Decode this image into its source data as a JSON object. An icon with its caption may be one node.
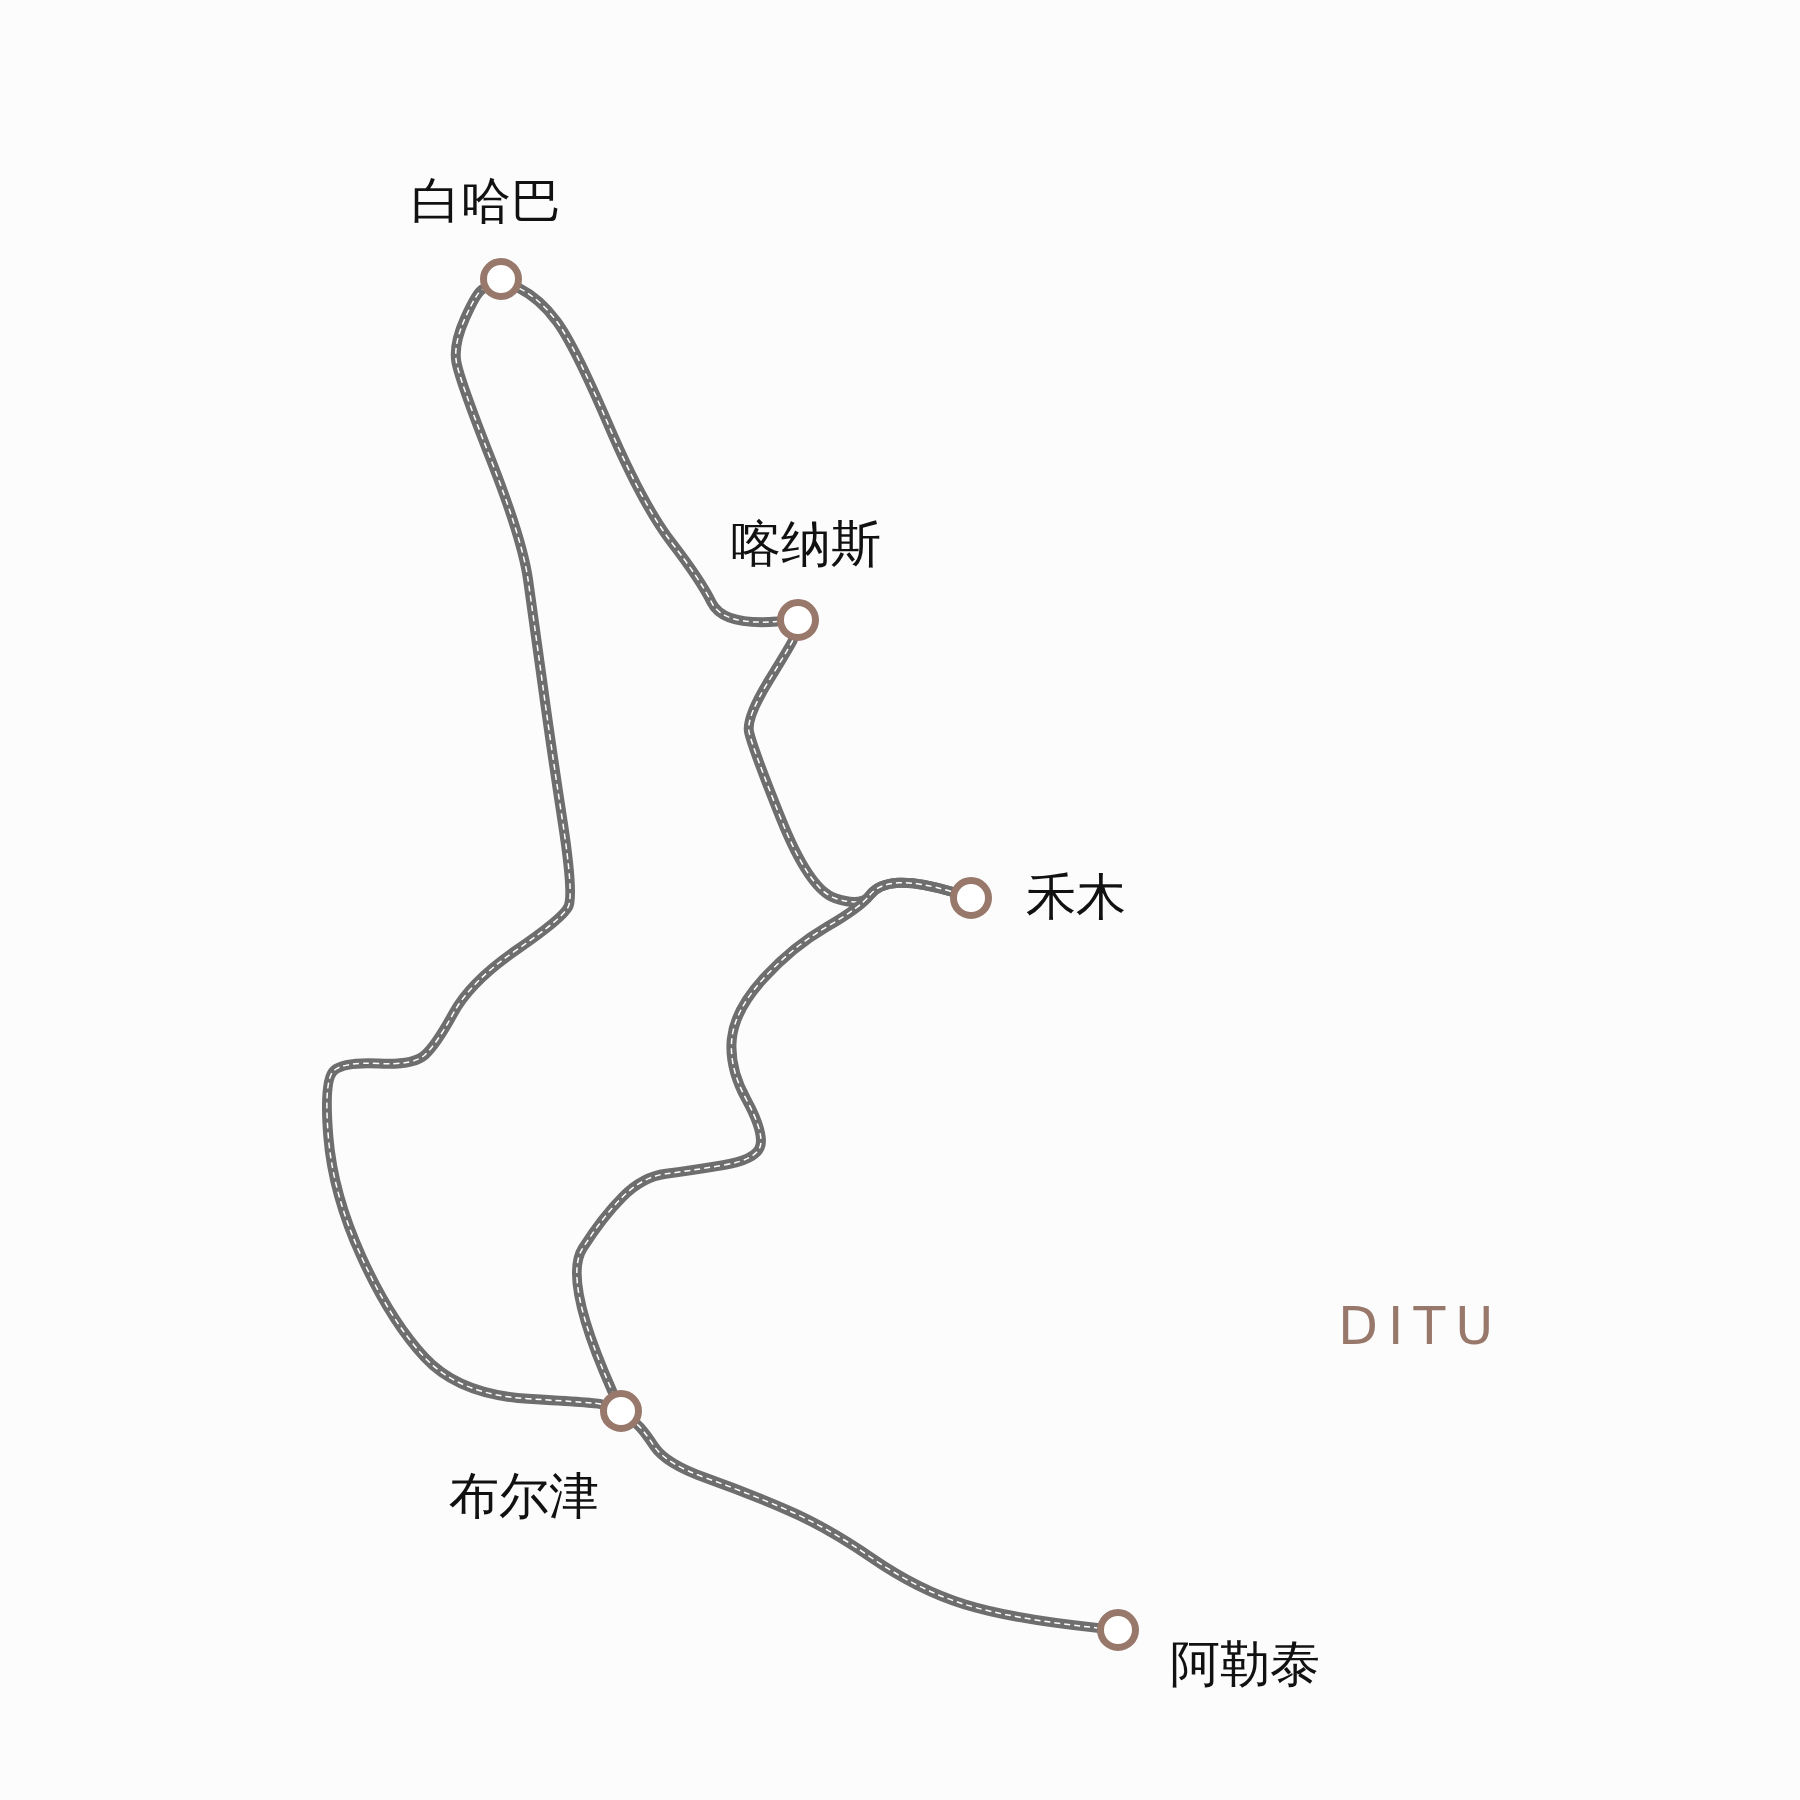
{
  "diagram": {
    "nodes": [
      {
        "text": [
          "白哈巴"
        ]
      },
      {
        "text": [
          "喀纳斯"
        ]
      },
      {
        "text": [
          "禾木"
        ]
      },
      {
        "text": [
          "布尔津"
        ]
      },
      {
        "text": [
          "阿勒泰"
        ]
      }
    ],
    "edges": [
      {
        "from": 3,
        "to": 0,
        "arrow": "none"
      },
      {
        "from": 0,
        "to": 1,
        "arrow": "none"
      },
      {
        "from": 1,
        "to": 2,
        "arrow": "none"
      },
      {
        "from": 2,
        "to": 3,
        "arrow": "none"
      },
      {
        "from": 3,
        "to": 4,
        "arrow": "none"
      }
    ],
    "labels": [
      "DITU"
    ]
  }
}
